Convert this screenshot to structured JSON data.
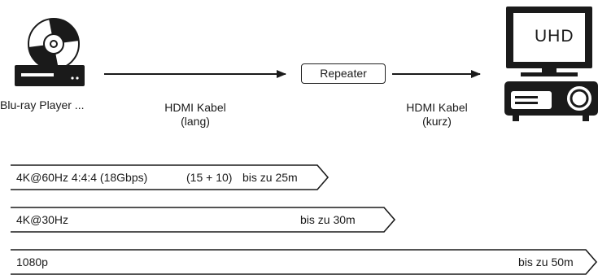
{
  "devices": {
    "source_label": "Blu-ray Player ...",
    "repeater_label": "Repeater",
    "display_label": "UHD"
  },
  "cables": {
    "long": {
      "line1": "HDMI Kabel",
      "line2": "(lang)"
    },
    "short": {
      "line1": "HDMI Kabel",
      "line2": "(kurz)"
    }
  },
  "bars": [
    {
      "format": "4K@60Hz 4:4:4 (18Gbps)",
      "note": "(15 + 10)",
      "range": "bis zu 25m",
      "distance_m": 25
    },
    {
      "format": "4K@30Hz",
      "note": "",
      "range": "bis zu 30m",
      "distance_m": 30
    },
    {
      "format": "1080p",
      "note": "",
      "range": "bis zu 50m",
      "distance_m": 50
    }
  ],
  "colors": {
    "stroke": "#1a1a1a",
    "fill": "#ffffff"
  },
  "icons": [
    "bluray-player-icon",
    "tv-icon",
    "projector-icon",
    "arrow-right-icon"
  ]
}
